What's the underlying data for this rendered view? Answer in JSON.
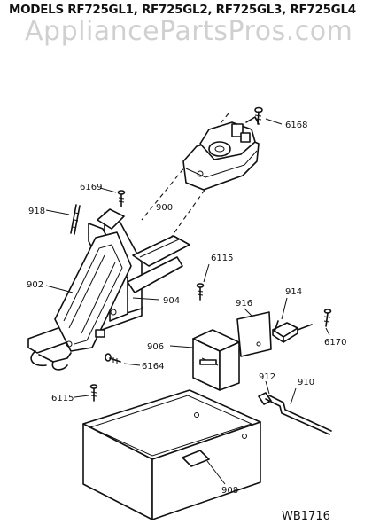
{
  "header": {
    "models": "MODELS RF725GL1, RF725GL2, RF725GL3, RF725GL4",
    "watermark": "AppliancePartsPros.com"
  },
  "parts": {
    "p6168": "6168",
    "p6169": "6169",
    "p918": "918",
    "p900": "900",
    "p6115a": "6115",
    "p902": "902",
    "p904": "904",
    "p916": "916",
    "p914": "914",
    "p6170": "6170",
    "p906": "906",
    "p6164": "6164",
    "p912": "912",
    "p910": "910",
    "p6115b": "6115",
    "p908": "908"
  },
  "reference_code": "WB1716"
}
